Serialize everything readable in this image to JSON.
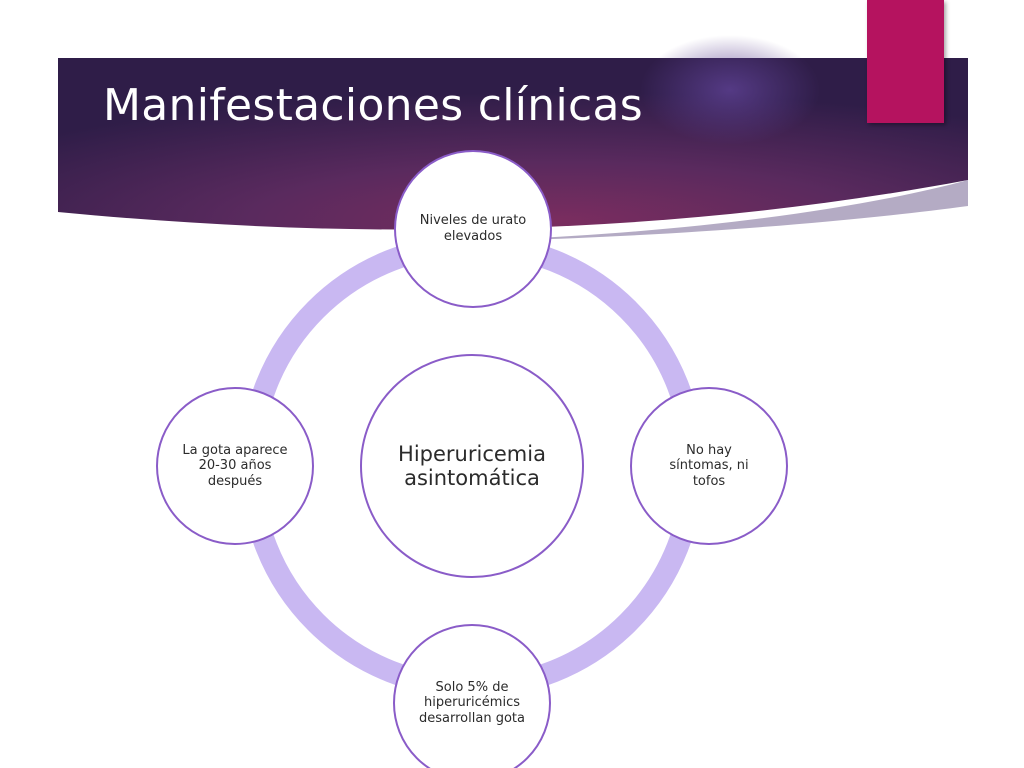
{
  "slide": {
    "title": "Manifestaciones clínicas",
    "colors": {
      "banner_dark": "#2f1d48",
      "banner_mid": "#6a2b5e",
      "accent_tab": "#b5135f",
      "ring": "#c9b8f2",
      "node_border": "#8a5cc8",
      "node_fill": "#ffffff"
    }
  },
  "diagram": {
    "type": "cycle",
    "center": "Hiperuricemia asintomática",
    "nodes": [
      "Niveles de urato elevados",
      "No hay síntomas, ni tofos",
      "Solo 5% de hiperuricémics desarrollan gota",
      "La gota aparece 20-30 años después"
    ]
  }
}
